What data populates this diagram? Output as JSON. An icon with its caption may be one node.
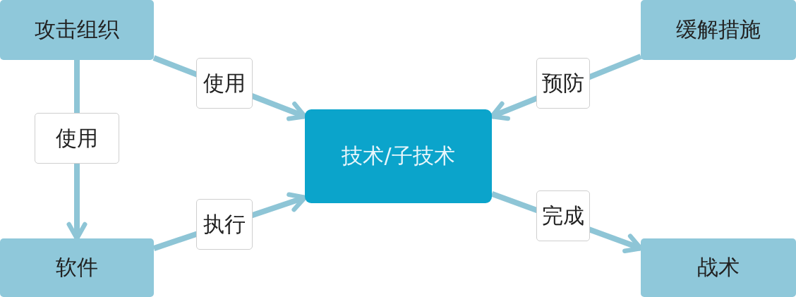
{
  "diagram": {
    "nodes": [
      {
        "text": [
          "攻击组织"
        ]
      },
      {
        "text": [
          "缓解措施"
        ]
      },
      {
        "text": [
          "技术/子技术"
        ]
      },
      {
        "text": [
          "软件"
        ]
      },
      {
        "text": [
          "战术"
        ]
      }
    ],
    "edges": [
      {
        "from": 0,
        "to": 3,
        "arrow": "to",
        "label": "使用"
      },
      {
        "from": 0,
        "to": 2,
        "arrow": "to",
        "label": "使用"
      },
      {
        "from": 3,
        "to": 2,
        "arrow": "to",
        "label": "执行"
      },
      {
        "from": 1,
        "to": 2,
        "arrow": "to",
        "label": "预防"
      },
      {
        "from": 2,
        "to": 4,
        "arrow": "to",
        "label": "完成"
      }
    ]
  }
}
